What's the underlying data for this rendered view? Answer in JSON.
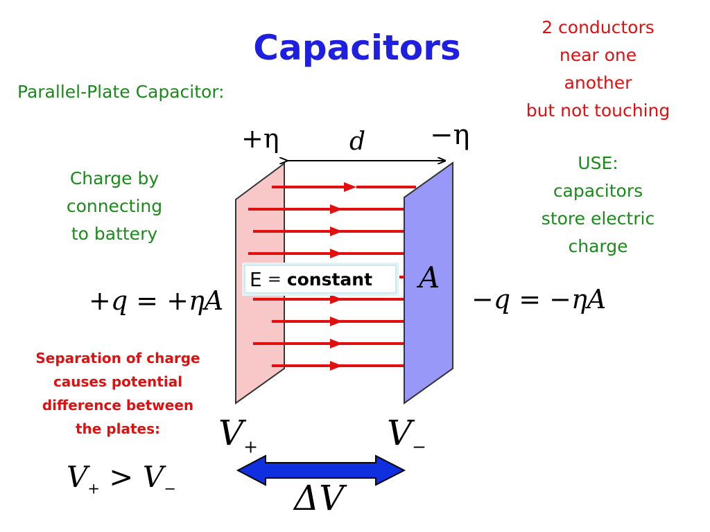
{
  "title": "Capacitors",
  "subtitle": "Parallel-Plate Capacitor:",
  "note_top_right": [
    "2 conductors",
    "near one",
    "another",
    "but not touching"
  ],
  "note_use": [
    "USE:",
    "capacitors",
    "store electric",
    "charge"
  ],
  "note_charge": [
    "Charge by",
    "connecting",
    "to battery"
  ],
  "note_separation": [
    "Separation of charge",
    "causes potential",
    "difference between",
    "the plates:"
  ],
  "labels": {
    "plus_eta": "+η",
    "minus_eta": "−η",
    "distance": "d",
    "area": "A",
    "plus_q": "+q = +ηA",
    "minus_q": "−q = −ηA",
    "v_plus_base": "V",
    "v_plus_sub": "+",
    "v_minus_base": "V",
    "v_minus_sub": "−",
    "inequality_v1": "V",
    "inequality_sub1": "+",
    "inequality_op": " > ",
    "inequality_v2": "V",
    "inequality_sub2": "−",
    "delta_v": "ΔV"
  },
  "efield": {
    "symbol": "E",
    "equals": "=",
    "value": "constant"
  },
  "colors": {
    "title": "#1f1fe0",
    "green_text": "#1a8a1a",
    "red_text": "#e01010",
    "positive_plate": "#f8c8c8",
    "negative_plate": "#9898f8",
    "field_lines": "#e01010",
    "delta_arrow": "#1030e0"
  }
}
